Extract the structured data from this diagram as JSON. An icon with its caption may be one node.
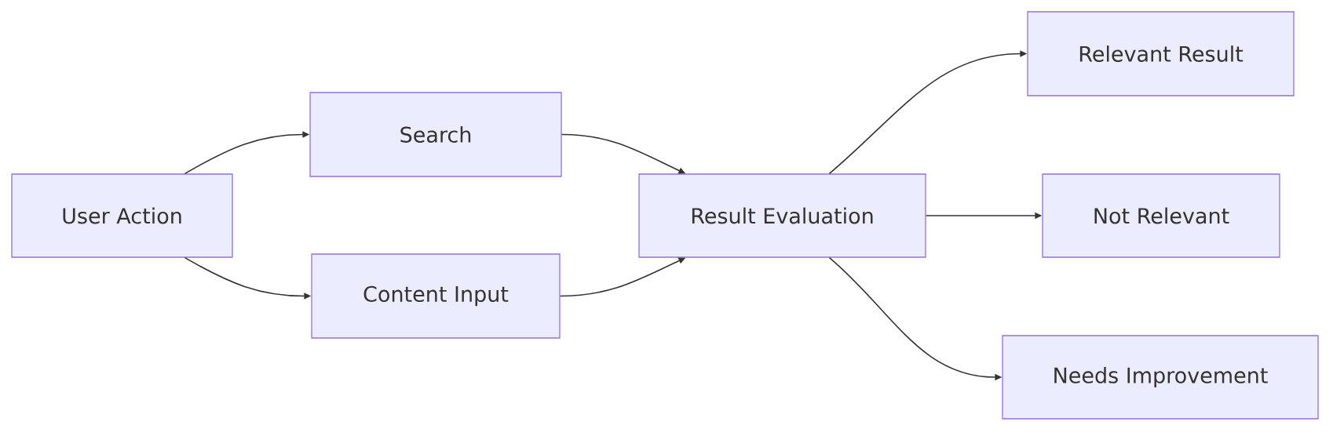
{
  "diagram": {
    "nodes": [
      {
        "text": [
          "User Action"
        ]
      },
      {
        "text": [
          "Search"
        ]
      },
      {
        "text": [
          "Content Input"
        ]
      },
      {
        "text": [
          "Result Evaluation"
        ]
      },
      {
        "text": [
          "Relevant Result"
        ]
      },
      {
        "text": [
          "Not Relevant"
        ]
      },
      {
        "text": [
          "Needs Improvement"
        ]
      }
    ],
    "edges": [
      {
        "from": 0,
        "to": 1,
        "arrow": "to"
      },
      {
        "from": 0,
        "to": 2,
        "arrow": "to"
      },
      {
        "from": 1,
        "to": 3,
        "arrow": "to"
      },
      {
        "from": 2,
        "to": 3,
        "arrow": "to"
      },
      {
        "from": 3,
        "to": 4,
        "arrow": "to"
      },
      {
        "from": 3,
        "to": 5,
        "arrow": "to"
      },
      {
        "from": 3,
        "to": 6,
        "arrow": "to"
      }
    ]
  }
}
